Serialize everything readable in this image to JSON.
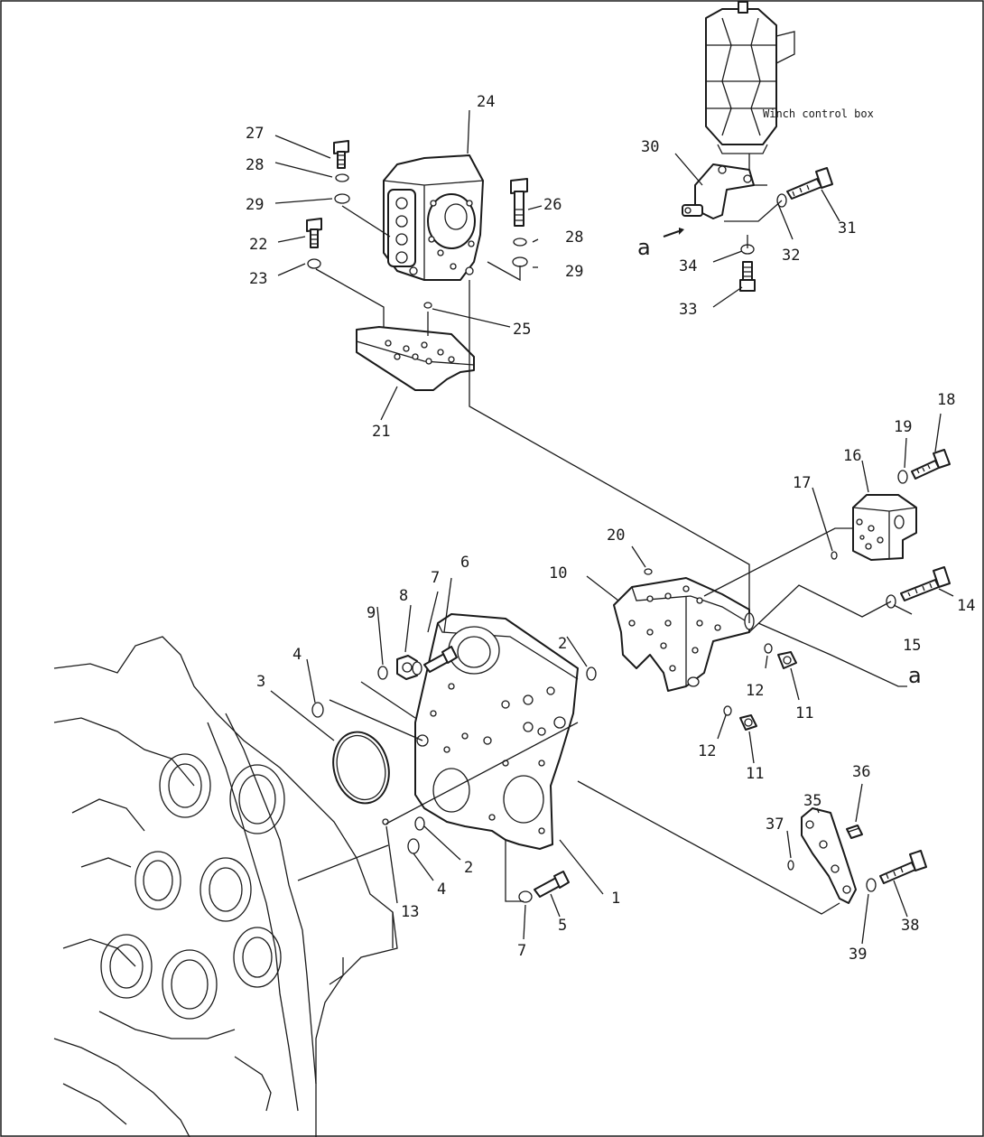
{
  "diagram": {
    "note": "Winch control box",
    "refs": {
      "a_left": "a",
      "a_right": "a"
    },
    "labels": {
      "n1": "1",
      "n2a": "2",
      "n2b": "2",
      "n3": "3",
      "n4a": "4",
      "n4b": "4",
      "n5": "5",
      "n6": "6",
      "n7a": "7",
      "n7b": "7",
      "n8": "8",
      "n9": "9",
      "n10": "10",
      "n11a": "11",
      "n11b": "11",
      "n12a": "12",
      "n12b": "12",
      "n13": "13",
      "n14": "14",
      "n15": "15",
      "n16": "16",
      "n17": "17",
      "n18": "18",
      "n19": "19",
      "n20": "20",
      "n21": "21",
      "n22": "22",
      "n23": "23",
      "n24": "24",
      "n25": "25",
      "n26": "26",
      "n27": "27",
      "n28a": "28",
      "n28b": "28",
      "n29a": "29",
      "n29b": "29",
      "n30": "30",
      "n31": "31",
      "n32": "32",
      "n33": "33",
      "n34": "34",
      "n35": "35",
      "n36": "36",
      "n37": "37",
      "n38": "38",
      "n39": "39"
    }
  }
}
